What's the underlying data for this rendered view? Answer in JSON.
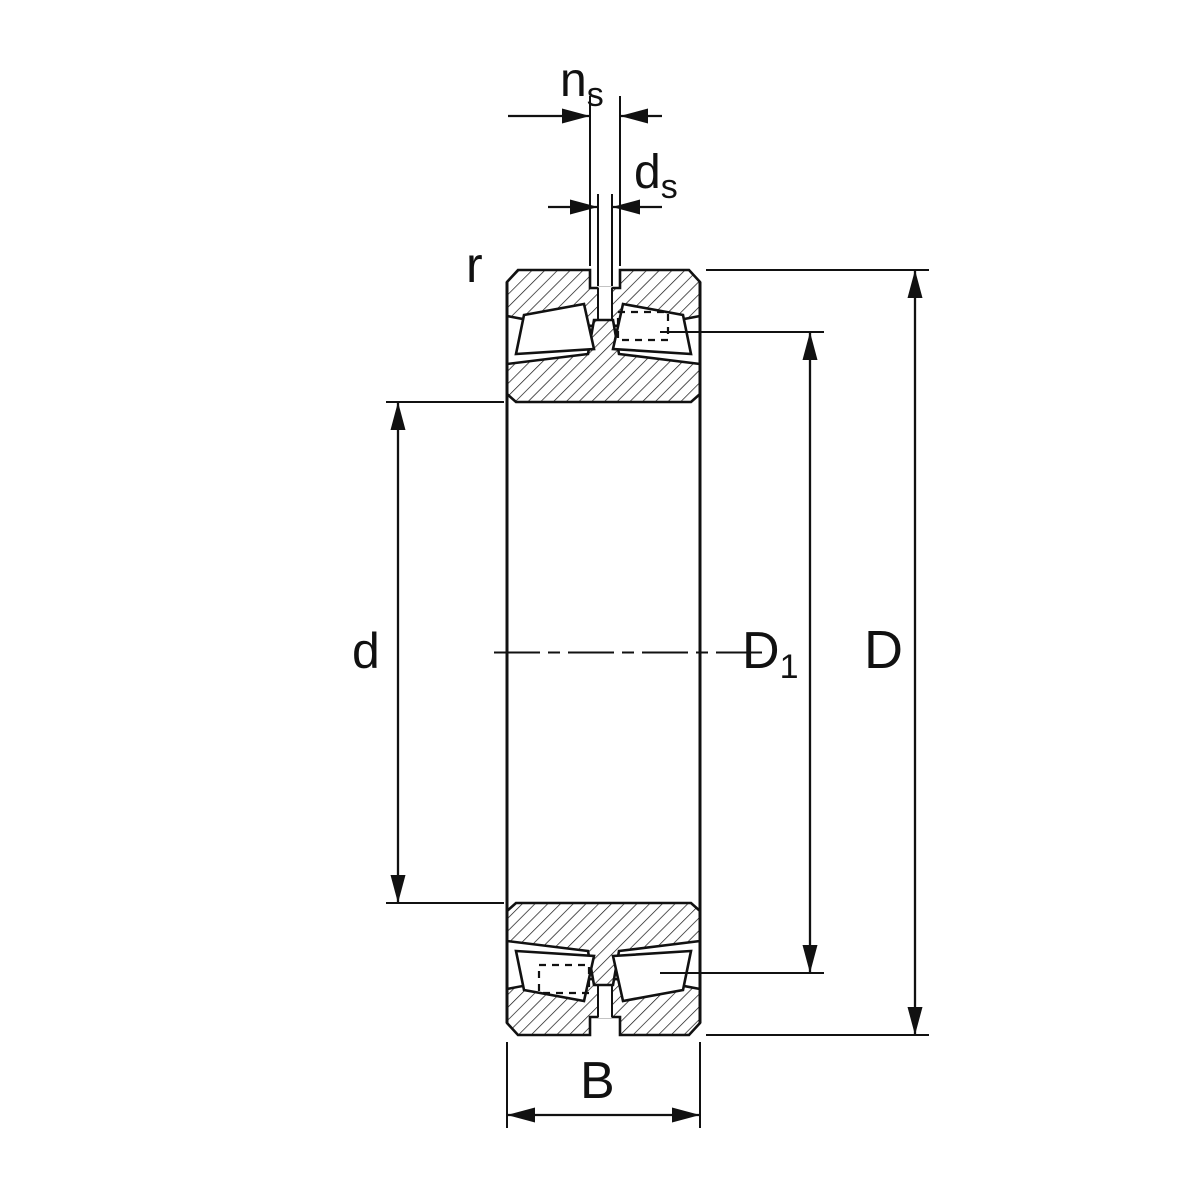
{
  "diagram": {
    "subject": "spherical-roller-bearing-cross-section",
    "colors": {
      "line": "#111111",
      "background": "#ffffff"
    },
    "labels": {
      "ns": {
        "base": "n",
        "sub": "s"
      },
      "ds": {
        "base": "d",
        "sub": "s"
      },
      "r": {
        "base": "r",
        "sub": ""
      },
      "d": {
        "base": "d",
        "sub": ""
      },
      "D1": {
        "base": "D",
        "sub": "1"
      },
      "D": {
        "base": "D",
        "sub": ""
      },
      "B": {
        "base": "B",
        "sub": ""
      }
    }
  }
}
